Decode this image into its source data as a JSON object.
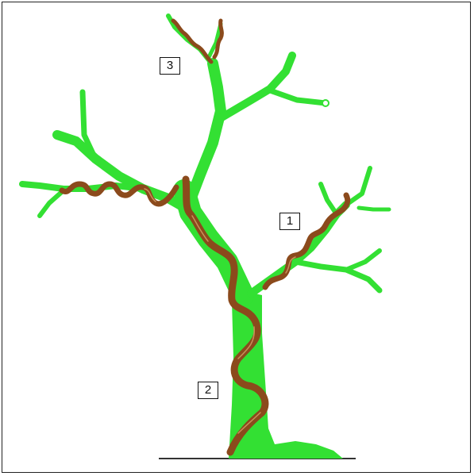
{
  "labels": {
    "one": "1",
    "two": "2",
    "three": "3"
  },
  "colors": {
    "tree": "#33e033",
    "wire": "#8b4a1c",
    "wire_highlight": "#c8905a",
    "ground": "#333333"
  }
}
